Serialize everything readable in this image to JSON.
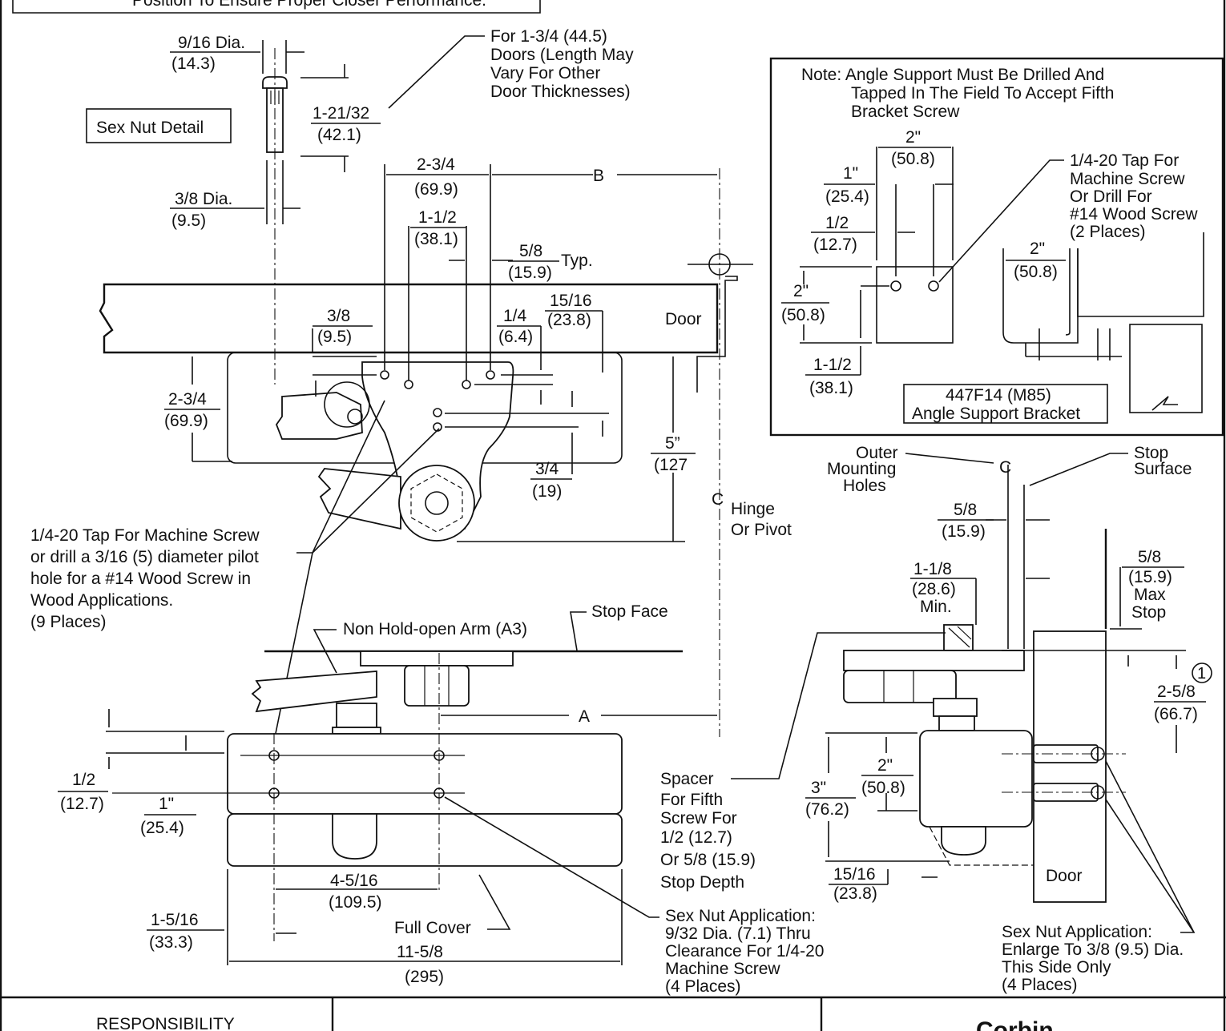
{
  "top_note": "Position To Ensure Proper Closer Performance.",
  "sex_nut": {
    "title": "Sex Nut Detail",
    "dia_top": "9/16 Dia.",
    "dia_top_mm": "(14.3)",
    "length": "1-21/32",
    "length_mm": "(42.1)",
    "dia_bot": "3/8 Dia.",
    "dia_bot_mm": "(9.5)",
    "note_l1": "For 1-3/4 (44.5)",
    "note_l2": "Doors (Length May",
    "note_l3": "Vary For Other",
    "note_l4": "Door Thicknesses)"
  },
  "bracket_view": {
    "d_2_3_4": "2-3/4",
    "d_2_3_4_mm": "(69.9)",
    "d_B": "B",
    "d_1_1_2": "1-1/2",
    "d_1_1_2_mm": "(38.1)",
    "d_5_8": "5/8",
    "d_5_8_mm": "(15.9)",
    "typ": "Typ.",
    "d_3_8": "3/8",
    "d_3_8_mm": "(9.5)",
    "d_1_4": "1/4",
    "d_1_4_mm": "(6.4)",
    "d_15_16": "15/16",
    "d_15_16_mm": "(23.8)",
    "door": "Door",
    "d_left": "2-3/4",
    "d_left_mm": "(69.9)",
    "d_5": "5”",
    "d_5_mm": "(127",
    "d_3_4": "3/4",
    "d_3_4_mm": "(19)",
    "hinge_l1": "Hinge",
    "hinge_l2": "Or Pivot"
  },
  "tap_note": {
    "l1": "1/4-20 Tap For Machine Screw",
    "l2": "or drill a 3/16 (5) diameter pilot",
    "l3": "hole for a #14 Wood Screw in",
    "l4": "Wood Applications.",
    "l5": "(9 Places)"
  },
  "arm_view": {
    "arm_label": "Non Hold-open Arm (A3)",
    "stop_face": "Stop Face",
    "d_A": "A",
    "d_1_2": "1/2",
    "d_1_2_mm": "(12.7)",
    "d_1": "1\"",
    "d_1_mm": "(25.4)",
    "d_4_5_16": "4-5/16",
    "d_4_5_16_mm": "(109.5)",
    "d_1_5_16": "1-5/16",
    "d_1_5_16_mm": "(33.3)",
    "full_cover": "Full Cover",
    "d_11_5_8": "11-5/8",
    "d_11_5_8_mm": "(295)"
  },
  "sex_nut_app": {
    "l1": "Sex Nut Application:",
    "l2": "9/32 Dia. (7.1) Thru",
    "l3": "Clearance For 1/4-20",
    "l4": "Machine Screw",
    "l5": "(4 Places)"
  },
  "angle_box": {
    "note_l1": "Note: Angle Support Must Be Drilled And",
    "note_l2": "Tapped In The Field To Accept Fifth",
    "note_l3": "Bracket Screw",
    "d_2a": "2\"",
    "d_2a_mm": "(50.8)",
    "d_1": "1\"",
    "d_1_mm": "(25.4)",
    "d_1_2": "1/2",
    "d_1_2_mm": "(12.7)",
    "d_2b": "2\"",
    "d_2b_mm": "(50.8)",
    "d_1_1_2": "1-1/2",
    "d_1_1_2_mm": "(38.1)",
    "tap_l1": "1/4-20 Tap For",
    "tap_l2": "Machine Screw",
    "tap_l3": "Or Drill For",
    "tap_l4": "#14 Wood Screw",
    "tap_l5": "(2 Places)",
    "d_2c": "2\"",
    "d_2c_mm": "(50.8)",
    "part_l1": "447F14 (M85)",
    "part_l2": "Angle Support Bracket"
  },
  "side_view": {
    "outer_l1": "Outer",
    "outer_l2": "Mounting",
    "outer_l3": "Holes",
    "stop_l1": "Stop",
    "stop_l2": "Surface",
    "d_5_8": "5/8",
    "d_5_8_mm": "(15.9)",
    "d_1_1_8": "1-1/8",
    "d_1_1_8_mm": "(28.6)",
    "min": "Min.",
    "max_5_8": "5/8",
    "max_5_8_mm": "(15.9)",
    "max": "Max",
    "stop": "Stop",
    "d_2_5_8": "2-5/8",
    "d_2_5_8_mm": "(66.7)",
    "note_num": "1",
    "d_2": "2\"",
    "d_2_mm": "(50.8)",
    "d_3": "3\"",
    "d_3_mm": "(76.2)",
    "d_15_16": "15/16",
    "d_15_16_mm": "(23.8)",
    "door": "Door",
    "spacer_l1": "Spacer",
    "spacer_l2": "For Fifth",
    "spacer_l3": "Screw For",
    "spacer_l4": "1/2 (12.7)",
    "spacer_l5": "Or 5/8 (15.9)",
    "spacer_l6": "Stop Depth",
    "app_l1": "Sex Nut Application:",
    "app_l2": "Enlarge To 3/8 (9.5) Dia.",
    "app_l3": "This Side Only",
    "app_l4": "(4 Places)"
  },
  "footer": {
    "responsibility": "RESPONSIBILITY",
    "brand": "Corbin"
  }
}
